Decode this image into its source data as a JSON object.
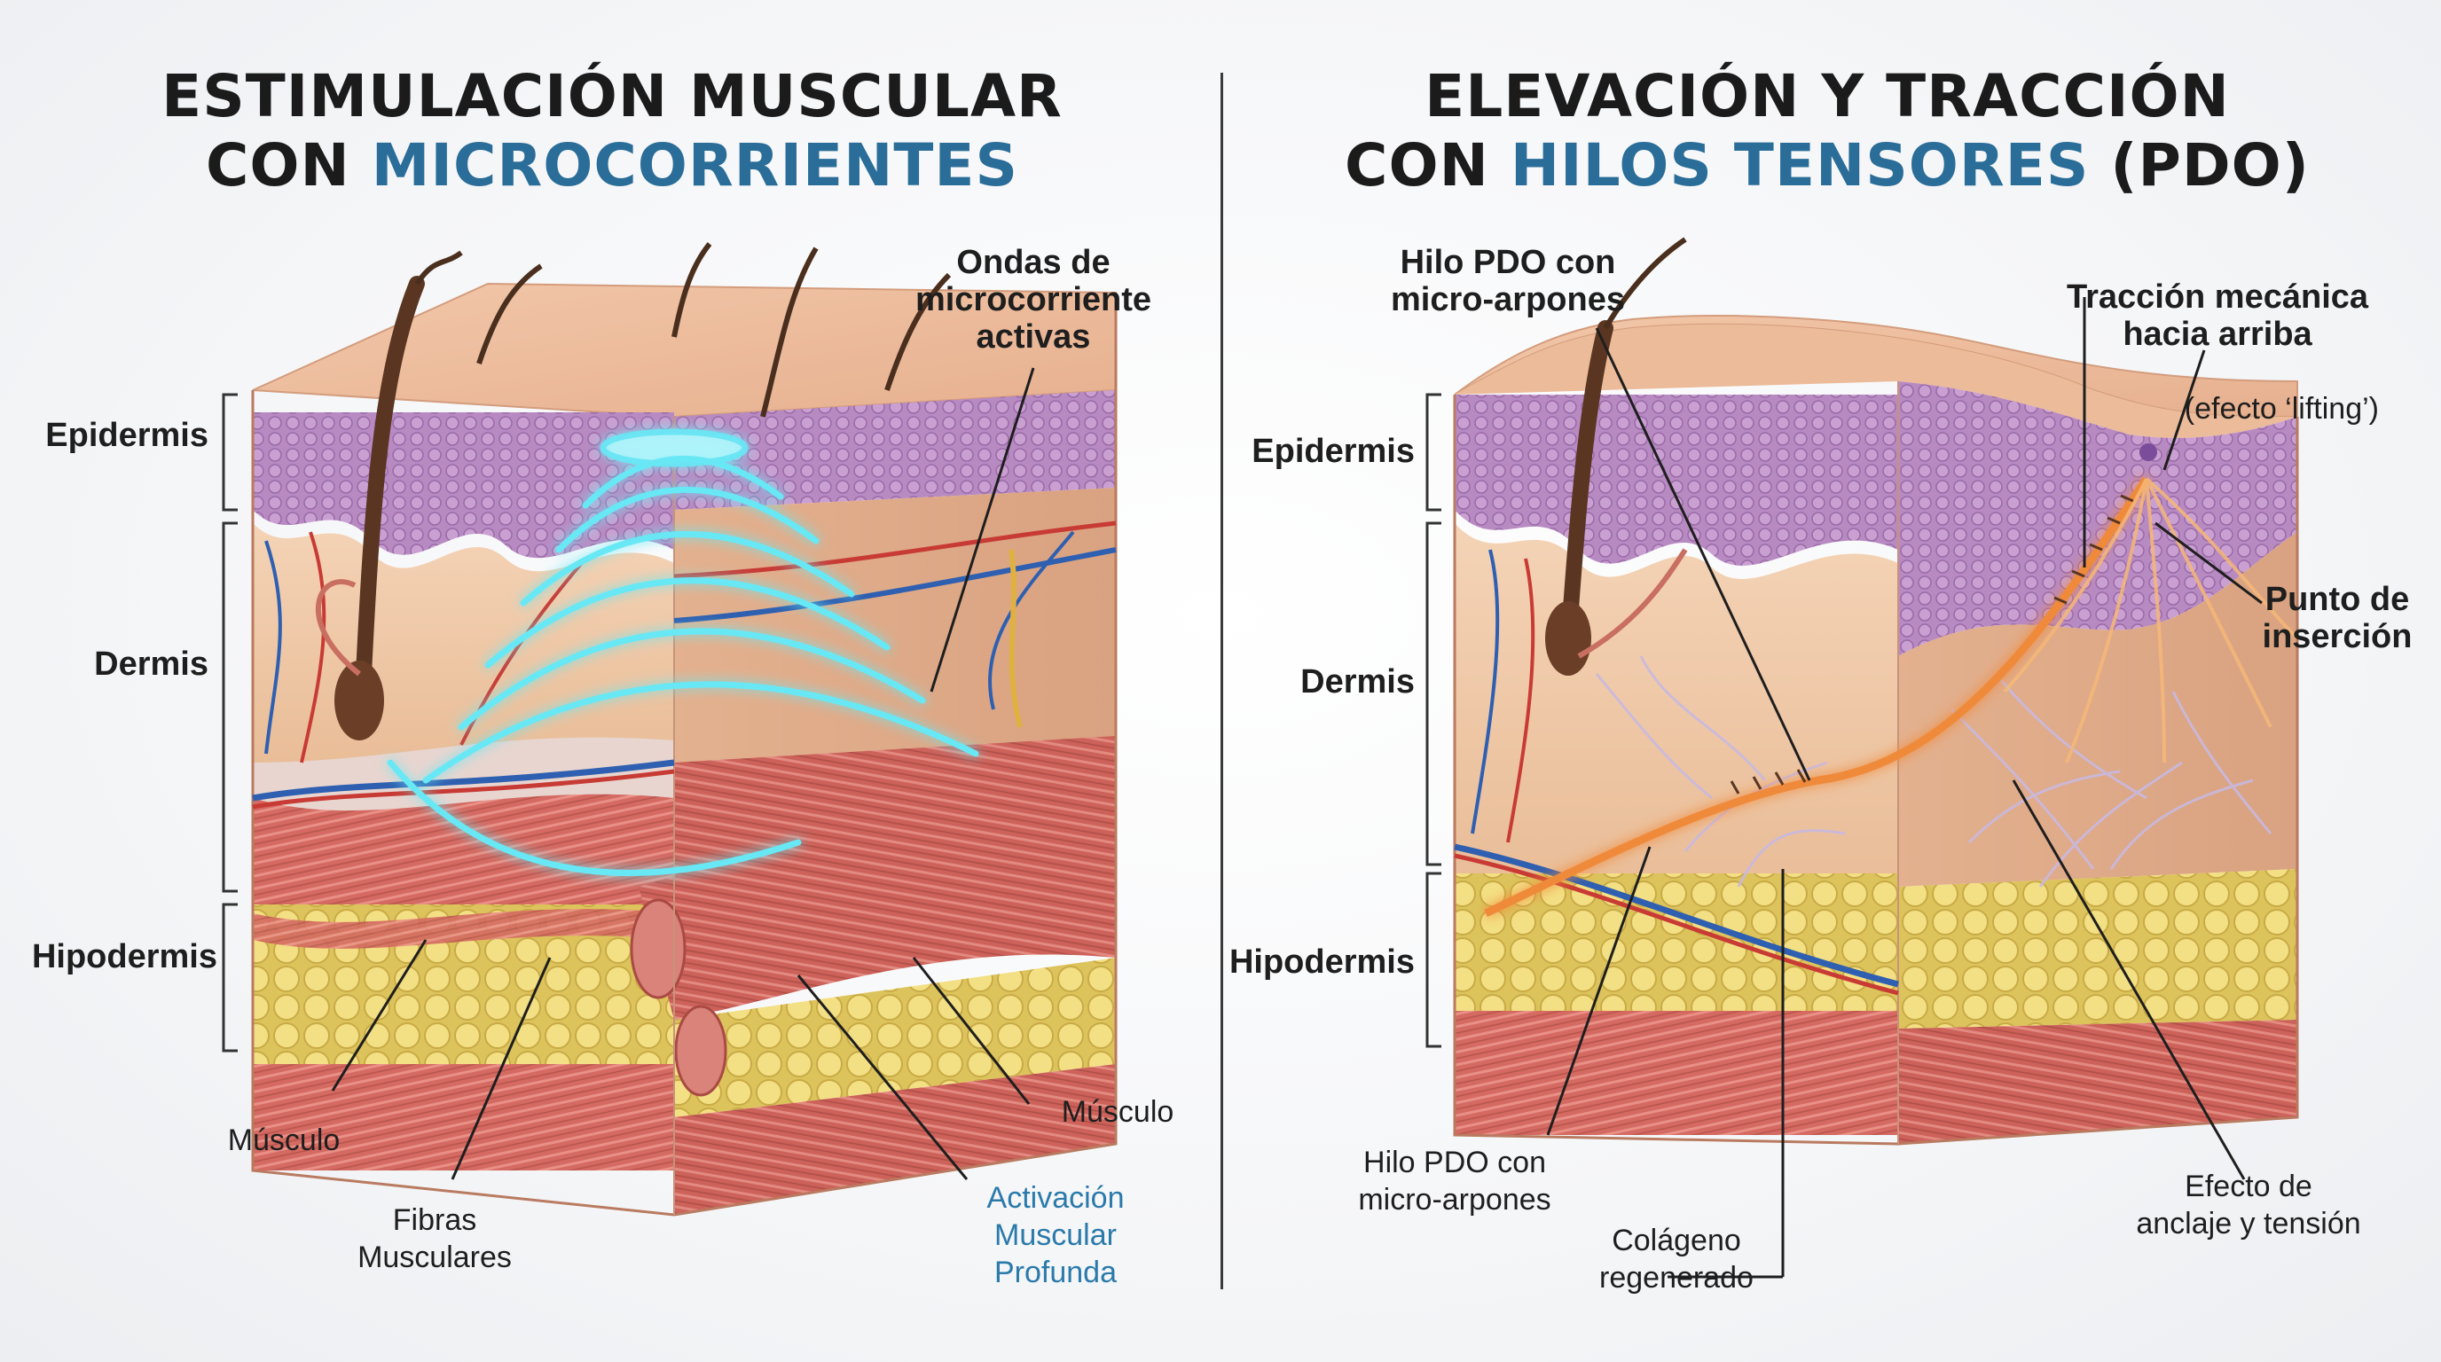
{
  "left_panel": {
    "title_line1": "ESTIMULACIÓN MUSCULAR",
    "title_line2_prefix": "CON ",
    "title_line2_accent": "MICROCORRIENTES",
    "labels": {
      "epidermis": "Epidermis",
      "dermis": "Dermis",
      "hipodermis": "Hipodermis",
      "ondas": "Ondas de\nmicrocorriente\nactivas",
      "musculo_left": "Músculo",
      "musculo_right": "Músculo",
      "fibras": "Fibras\nMusculares",
      "activacion": "Activación\nMuscular\nProfunda"
    }
  },
  "right_panel": {
    "title_line1": "ELEVACIÓN Y TRACCIÓN",
    "title_line2_prefix": "CON ",
    "title_line2_accent": "HILOS TENSORES",
    "title_line2_suffix": " (PDO)",
    "labels": {
      "epidermis": "Epidermis",
      "dermis": "Dermis",
      "hipodermis": "Hipodermis",
      "hilo_top": "Hilo PDO con\nmicro-arpones",
      "traccion": "Tracción mecánica\nhacia arriba",
      "traccion_sub": "(efecto ‘lifting’)",
      "punto": "Punto de\ninserción",
      "hilo_bottom": "Hilo PDO con\nmicro-arpones",
      "colageno": "Colágeno\nregenerado",
      "efecto": "Efecto de\nanclaje y tensión"
    }
  },
  "colors": {
    "accent": "#2a6d98",
    "epidermis": "#b58cc0",
    "dermis": "#efc8a8",
    "fat": "#ecd674",
    "muscle": "#d9726a",
    "wave": "#5fe3f2",
    "thread": "#f08a3a"
  }
}
